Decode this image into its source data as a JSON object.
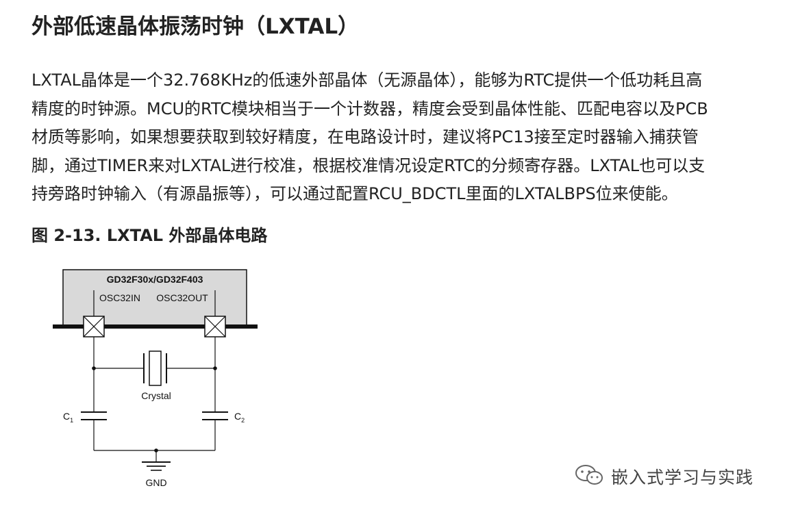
{
  "heading": "外部低速晶体振荡时钟（LXTAL）",
  "paragraph_lines": [
    "LXTAL晶体是一个32.768KHz的低速外部晶体（无源晶体），能够为RTC提供一个低功耗且高",
    "精度的时钟源。MCU的RTC模块相当于一个计数器，精度会受到晶体性能、匹配电容以及PCB",
    "材质等影响，如果想要获取到较好精度，在电路设计时，建议将PC13接至定时器输入捕获管",
    "脚，通过TIMER来对LXTAL进行校准，根据校准情况设定RTC的分频寄存器。LXTAL也可以支",
    "持旁路时钟输入（有源晶振等），可以通过配置RCU_BDCTL里面的LXTALBPS位来使能。"
  ],
  "figure_caption": "图 2-13. LXTAL 外部晶体电路",
  "circuit": {
    "chip_name": "GD32F30x/GD32F403",
    "pin_in": "OSC32IN",
    "pin_out": "OSC32OUT",
    "crystal_label": "Crystal",
    "c1": {
      "letter": "C",
      "sub": "1"
    },
    "c2": {
      "letter": "C",
      "sub": "2"
    },
    "ground_label": "GND",
    "chip_fill": "#d9d9d9"
  },
  "watermark": {
    "icon": "wechat-icon",
    "text": "嵌入式学习与实践"
  }
}
